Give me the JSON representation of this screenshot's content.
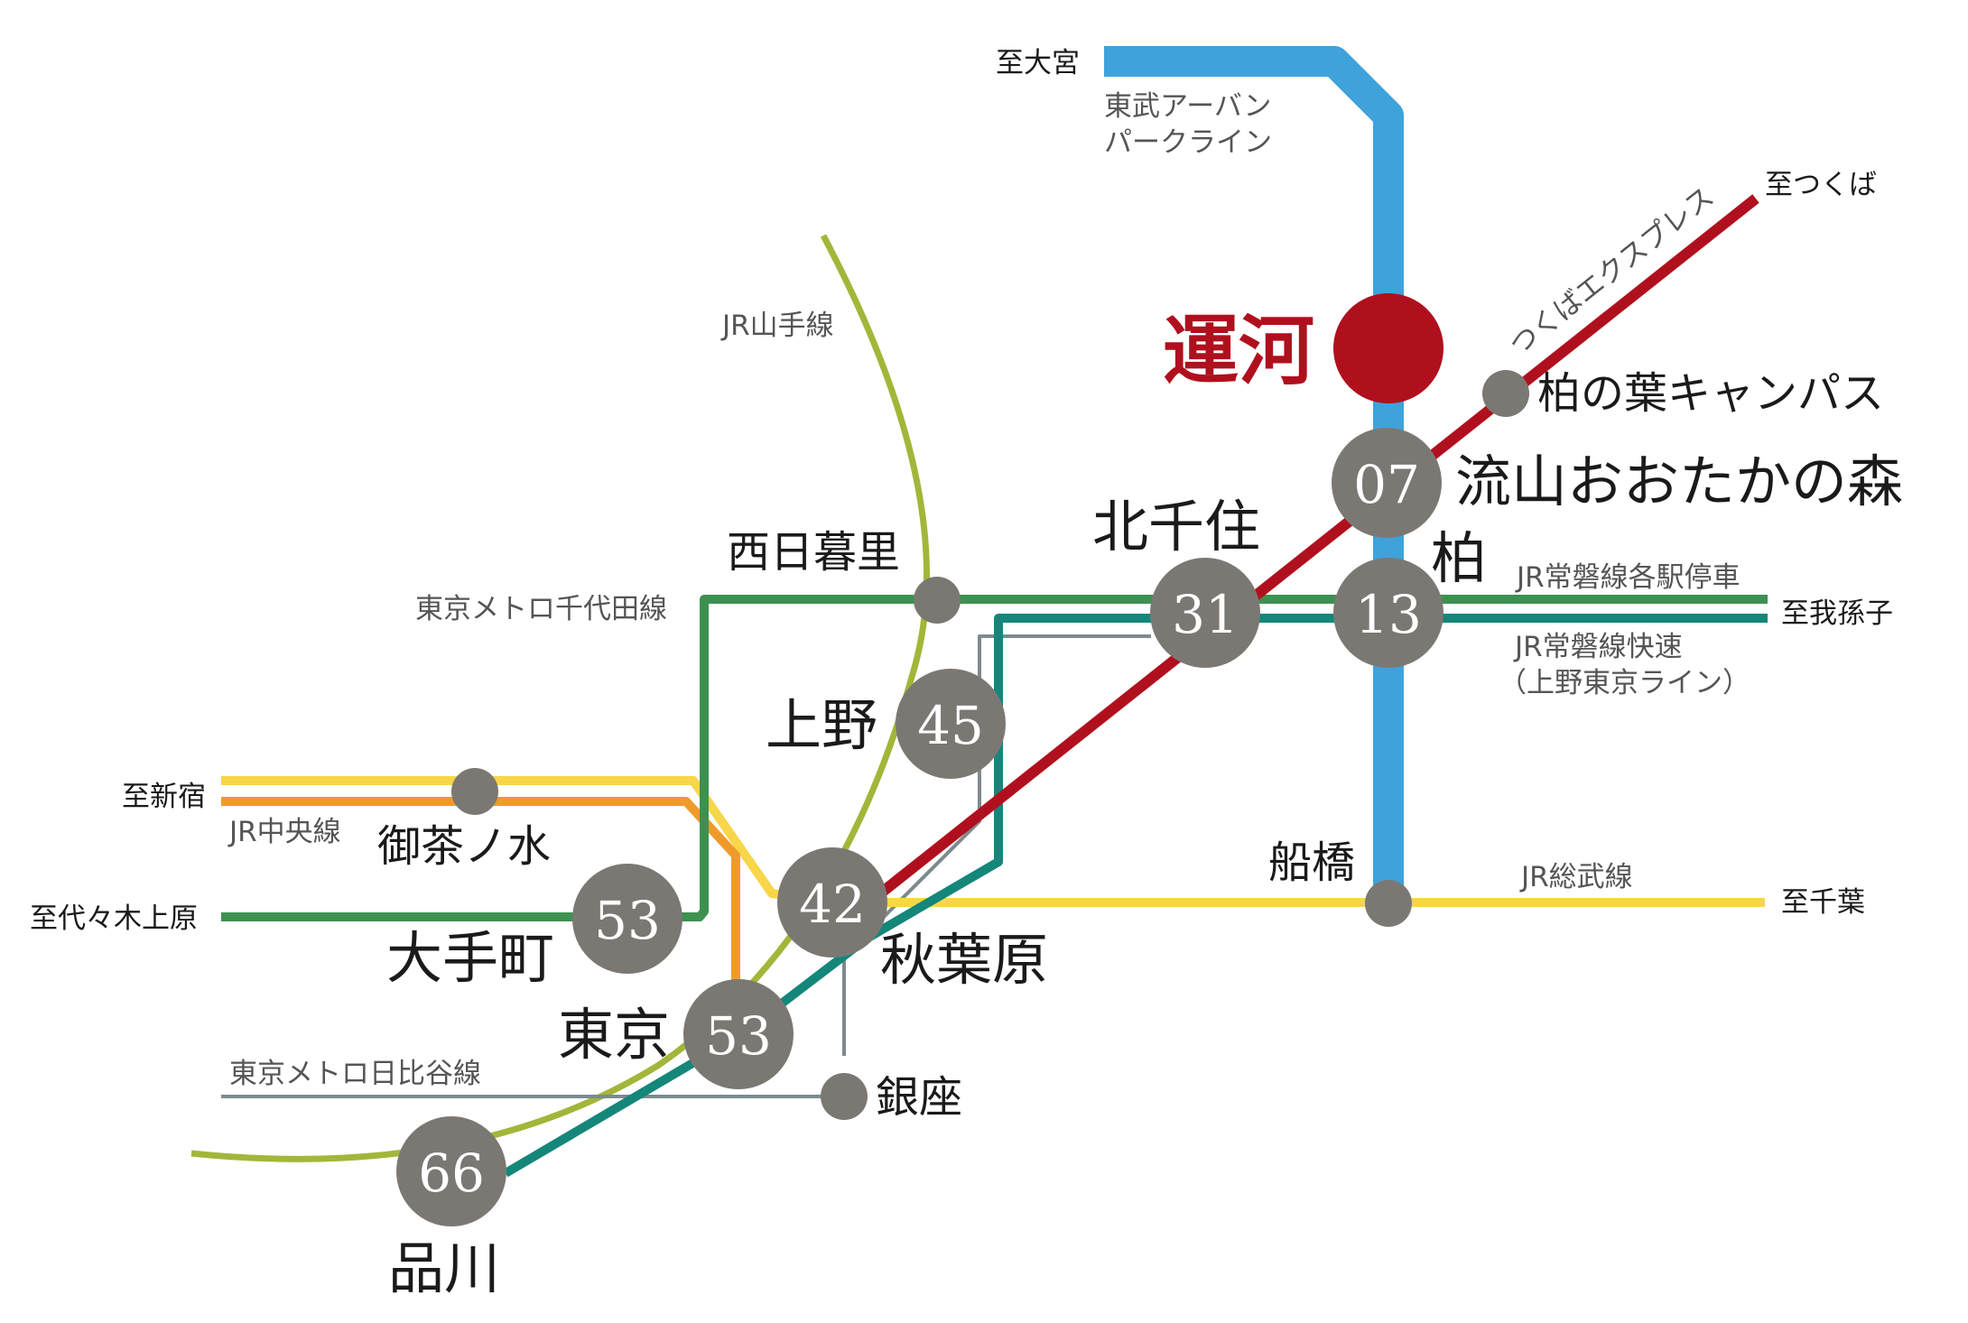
{
  "colors": {
    "urban_park": "#3fa2db",
    "tsukuba_express": "#b0101e",
    "yamanote": "#a3b63a",
    "chiyoda": "#3d9150",
    "joban_local": "#3d9150",
    "joban_rapid": "#15867a",
    "hibiya": "#7d8a8f",
    "sobu": "#f7d64a",
    "chuo": "#ef9b2c",
    "station": "#7b7874",
    "highlight": "#b0101e"
  },
  "highlight_station": {
    "name": "運河"
  },
  "lines": {
    "urban_park": "東武アーバン\nパークライン",
    "tsukuba_express": "つくばエクスプレス",
    "yamanote": "JR山手線",
    "chiyoda": "東京メトロ千代田線",
    "joban_local": "JR常磐線各駅停車",
    "joban_rapid_1": "JR常磐線快速",
    "joban_rapid_2": "（上野東京ライン）",
    "chuo": "JR中央線",
    "sobu": "JR総武線",
    "hibiya": "東京メトロ日比谷線"
  },
  "directions": {
    "omiya": "至大宮",
    "tsukuba": "至つくば",
    "abiko": "至我孫子",
    "shinjuku": "至新宿",
    "yoyogi_uehara": "至代々木上原",
    "chiba": "至千葉"
  },
  "stations": {
    "kashiwanoha": {
      "name": "柏の葉キャンパス"
    },
    "nagareyama": {
      "name": "流山おおたかの森",
      "minutes": "07"
    },
    "kitasenju": {
      "name": "北千住",
      "minutes": "31"
    },
    "kashiwa": {
      "name": "柏",
      "minutes": "13"
    },
    "nishinippori": {
      "name": "西日暮里"
    },
    "ueno": {
      "name": "上野",
      "minutes": "45"
    },
    "ochanomizu": {
      "name": "御茶ノ水"
    },
    "akihabara": {
      "name": "秋葉原",
      "minutes": "42"
    },
    "otemachi": {
      "name": "大手町",
      "minutes": "53"
    },
    "tokyo": {
      "name": "東京",
      "minutes": "53"
    },
    "ginza": {
      "name": "銀座"
    },
    "shinagawa": {
      "name": "品川",
      "minutes": "66"
    },
    "funabashi": {
      "name": "船橋"
    }
  }
}
